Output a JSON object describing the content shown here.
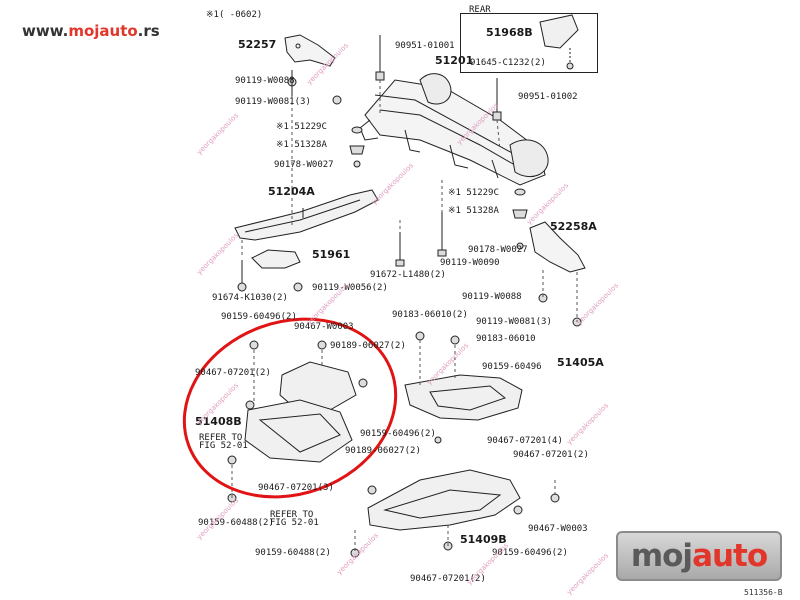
{
  "site": {
    "url_prefix": "www.",
    "url_accent": "mojauto",
    "url_suffix": ".rs"
  },
  "logo": {
    "part_a": "moj",
    "part_b": "auto"
  },
  "watermark": "yeorgakopoulos",
  "ref_code": "511356-B",
  "rear_box": {
    "title": "REAR",
    "part": "51968B",
    "fastener": "91645-C1232(2)"
  },
  "labels": [
    {
      "t": "※1(    -0602)"
    },
    {
      "t": "52257",
      "big": true
    },
    {
      "t": "90951-01001"
    },
    {
      "t": "51201",
      "big": true
    },
    {
      "t": "90119-W0088"
    },
    {
      "t": "90119-W0081(3)"
    },
    {
      "t": "90951-01002"
    },
    {
      "t": "※1 51229C"
    },
    {
      "t": "※1 51328A"
    },
    {
      "t": "90178-W0027"
    },
    {
      "t": "51204A",
      "big": true
    },
    {
      "t": "※1 51229C"
    },
    {
      "t": "※1 51328A"
    },
    {
      "t": "52258A",
      "big": true
    },
    {
      "t": "90178-W0027"
    },
    {
      "t": "90119-W0090"
    },
    {
      "t": "51961",
      "big": true
    },
    {
      "t": "91672-L1480(2)"
    },
    {
      "t": "91674-K1030(2)"
    },
    {
      "t": "90119-W0056(2)"
    },
    {
      "t": "90119-W0088"
    },
    {
      "t": "90159-60496(2)"
    },
    {
      "t": "90467-W0003"
    },
    {
      "t": "90183-06010(2)"
    },
    {
      "t": "90119-W0081(3)"
    },
    {
      "t": "90189-06027(2)"
    },
    {
      "t": "90183-06010"
    },
    {
      "t": "51405A",
      "big": true
    },
    {
      "t": "90467-07201(2)"
    },
    {
      "t": "90159-60496"
    },
    {
      "t": "51408B",
      "big": true
    },
    {
      "t": "REFER TO"
    },
    {
      "t": "FIG 52-01"
    },
    {
      "t": "90159-60496(2)"
    },
    {
      "t": "90467-07201(4)"
    },
    {
      "t": "90189-06027(2)"
    },
    {
      "t": "90467-07201(2)"
    },
    {
      "t": "90467-07201(3)"
    },
    {
      "t": "REFER TO"
    },
    {
      "t": "FIG 52-01"
    },
    {
      "t": "90159-60488(2)"
    },
    {
      "t": "90467-W0003"
    },
    {
      "t": "51409B",
      "big": true
    },
    {
      "t": "90159-60496(2)"
    },
    {
      "t": "90159-60488(2)"
    },
    {
      "t": "90467-07201(2)"
    }
  ]
}
